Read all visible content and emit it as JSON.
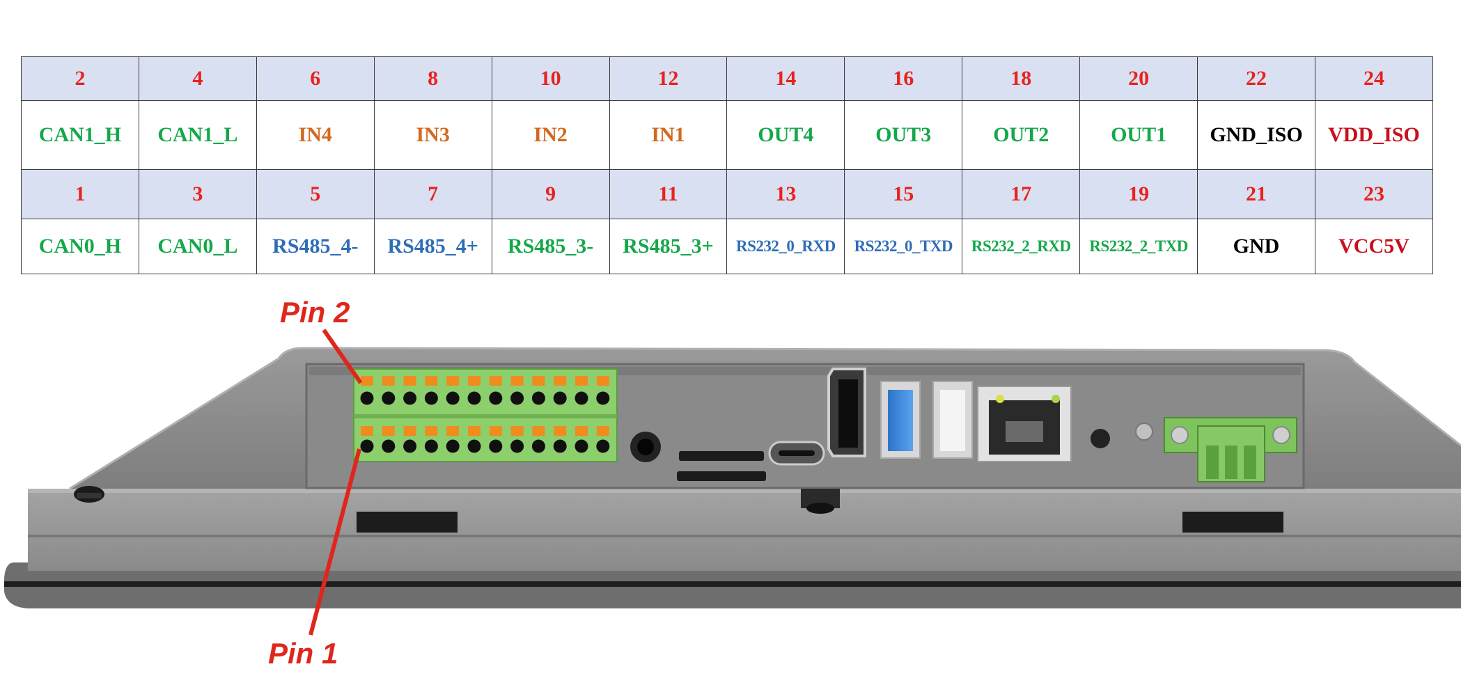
{
  "table": {
    "top_pins": [
      "2",
      "4",
      "6",
      "8",
      "10",
      "12",
      "14",
      "16",
      "18",
      "20",
      "22",
      "24"
    ],
    "top_signals": [
      {
        "label": "CAN1_H",
        "color": "green"
      },
      {
        "label": "CAN1_L",
        "color": "green"
      },
      {
        "label": "IN4",
        "color": "orange"
      },
      {
        "label": "IN3",
        "color": "orange"
      },
      {
        "label": "IN2",
        "color": "orange"
      },
      {
        "label": "IN1",
        "color": "orange"
      },
      {
        "label": "OUT4",
        "color": "green"
      },
      {
        "label": "OUT3",
        "color": "green"
      },
      {
        "label": "OUT2",
        "color": "green"
      },
      {
        "label": "OUT1",
        "color": "green"
      },
      {
        "label": "GND_ISO",
        "color": "black"
      },
      {
        "label": "VDD_ISO",
        "color": "red"
      }
    ],
    "bottom_pins": [
      "1",
      "3",
      "5",
      "7",
      "9",
      "11",
      "13",
      "15",
      "17",
      "19",
      "21",
      "23"
    ],
    "bottom_signals": [
      {
        "label": "CAN0_H",
        "color": "green"
      },
      {
        "label": "CAN0_L",
        "color": "green"
      },
      {
        "label": "RS485_4-",
        "color": "blue"
      },
      {
        "label": "RS485_4+",
        "color": "blue"
      },
      {
        "label": "RS485_3-",
        "color": "green"
      },
      {
        "label": "RS485_3+",
        "color": "green"
      },
      {
        "label": "RS232_0_RXD",
        "color": "blue"
      },
      {
        "label": "RS232_0_TXD",
        "color": "blue"
      },
      {
        "label": "RS232_2_RXD",
        "color": "green"
      },
      {
        "label": "RS232_2_TXD",
        "color": "green"
      },
      {
        "label": "GND",
        "color": "black"
      },
      {
        "label": "VCC5V",
        "color": "red"
      }
    ]
  },
  "callouts": {
    "pin2": "Pin 2",
    "pin1": "Pin 1"
  },
  "colors": {
    "pin_number": "#e8231d",
    "header_bg": "#d9e0f1",
    "green": "#14a84a",
    "orange": "#d2691e",
    "blue": "#2e6db8",
    "red": "#c8101d",
    "callout": "#e0261c"
  }
}
